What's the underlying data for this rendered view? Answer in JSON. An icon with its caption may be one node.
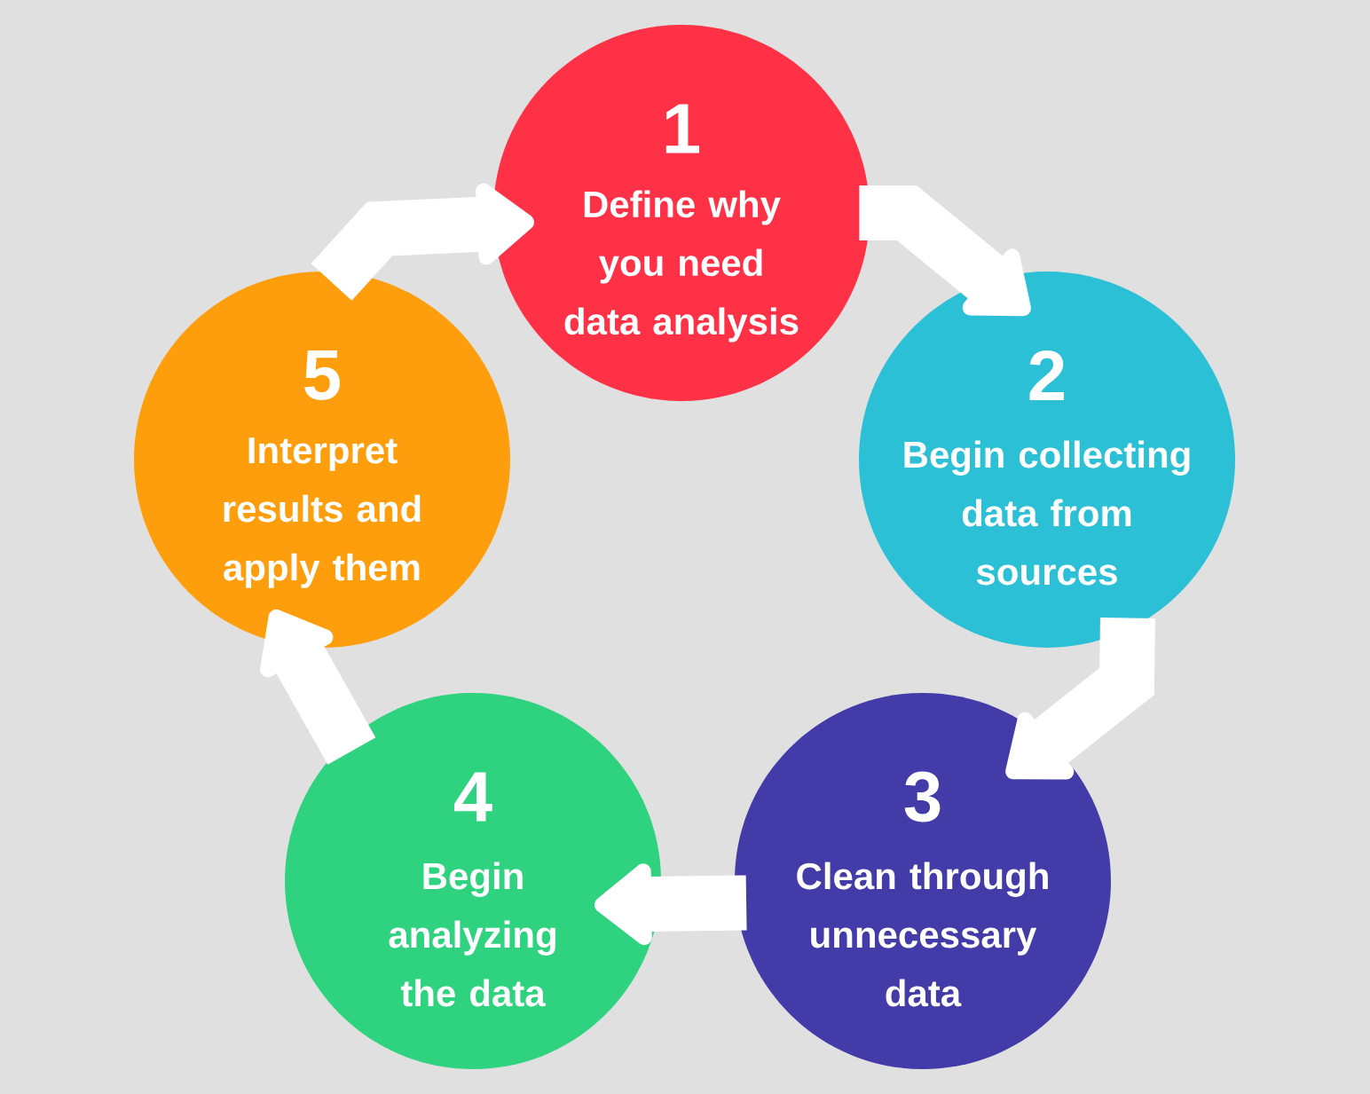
{
  "diagram": {
    "nodes": [
      {
        "text": [
          "1",
          "Define why you need data analysis"
        ]
      },
      {
        "text": [
          "2",
          "Begin collecting data from sources"
        ]
      },
      {
        "text": [
          "3",
          "Clean through unnecessary data"
        ]
      },
      {
        "text": [
          "4",
          "Begin analyzing the data"
        ]
      },
      {
        "text": [
          "5",
          "Interpret results and apply them"
        ]
      }
    ],
    "edges": [
      {
        "from": 0,
        "to": 1,
        "arrow": "to"
      },
      {
        "from": 1,
        "to": 2,
        "arrow": "to"
      },
      {
        "from": 2,
        "to": 3,
        "arrow": "to"
      },
      {
        "from": 3,
        "to": 4,
        "arrow": "to"
      },
      {
        "from": 4,
        "to": 0,
        "arrow": "to"
      }
    ]
  }
}
